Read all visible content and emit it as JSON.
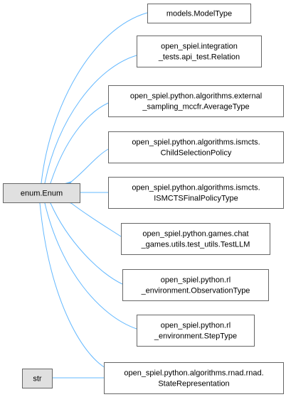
{
  "diagram": {
    "colors": {
      "edge": "#63b8ff",
      "node_border": "#666666",
      "base_fill": "#e0e0e0",
      "node_fill": "#ffffff"
    },
    "base_nodes": [
      {
        "id": "enum",
        "label": "enum.Enum"
      },
      {
        "id": "str",
        "label": "str"
      }
    ],
    "derived_nodes": [
      {
        "id": "model-type",
        "lines": [
          "models.ModelType"
        ]
      },
      {
        "id": "relation",
        "lines": [
          "open_spiel.integration",
          "_tests.api_test.Relation"
        ]
      },
      {
        "id": "average-type",
        "lines": [
          "open_spiel.python.algorithms.external",
          "_sampling_mccfr.AverageType"
        ]
      },
      {
        "id": "child-selection-policy",
        "lines": [
          "open_spiel.python.algorithms.ismcts.",
          "ChildSelectionPolicy"
        ]
      },
      {
        "id": "ismcts-final-policy-type",
        "lines": [
          "open_spiel.python.algorithms.ismcts.",
          "ISMCTSFinalPolicyType"
        ]
      },
      {
        "id": "test-llm",
        "lines": [
          "open_spiel.python.games.chat",
          "_games.utils.test_utils.TestLLM"
        ]
      },
      {
        "id": "observation-type",
        "lines": [
          "open_spiel.python.rl",
          "_environment.ObservationType"
        ]
      },
      {
        "id": "step-type",
        "lines": [
          "open_spiel.python.rl",
          "_environment.StepType"
        ]
      },
      {
        "id": "state-representation",
        "lines": [
          "open_spiel.python.algorithms.rnad.rnad.",
          "StateRepresentation"
        ]
      }
    ]
  }
}
